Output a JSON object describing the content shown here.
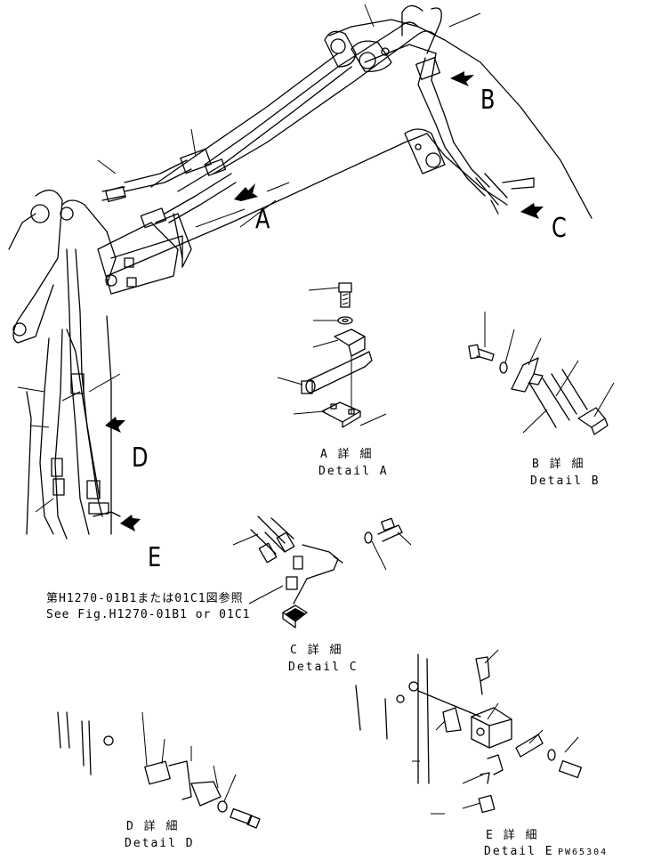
{
  "view_labels": {
    "A": "A",
    "B": "B",
    "C": "C",
    "D": "D",
    "E": "E"
  },
  "details": {
    "A": {
      "jp": "A 詳 細",
      "en": "Detail A"
    },
    "B": {
      "jp": "B 詳 細",
      "en": "Detail B"
    },
    "C": {
      "jp": "C 詳 細",
      "en": "Detail C"
    },
    "D": {
      "jp": "D 詳 細",
      "en": "Detail D"
    },
    "E": {
      "jp": "E 詳 細",
      "en": "Detail E"
    }
  },
  "reference_note": {
    "jp": "第H1270-01B1または01C1図参照",
    "en": "See Fig.H1270-01B1 or 01C1"
  },
  "drawing_code": "PW65304",
  "colors": {
    "ink": "#000000",
    "paper": "#ffffff"
  }
}
